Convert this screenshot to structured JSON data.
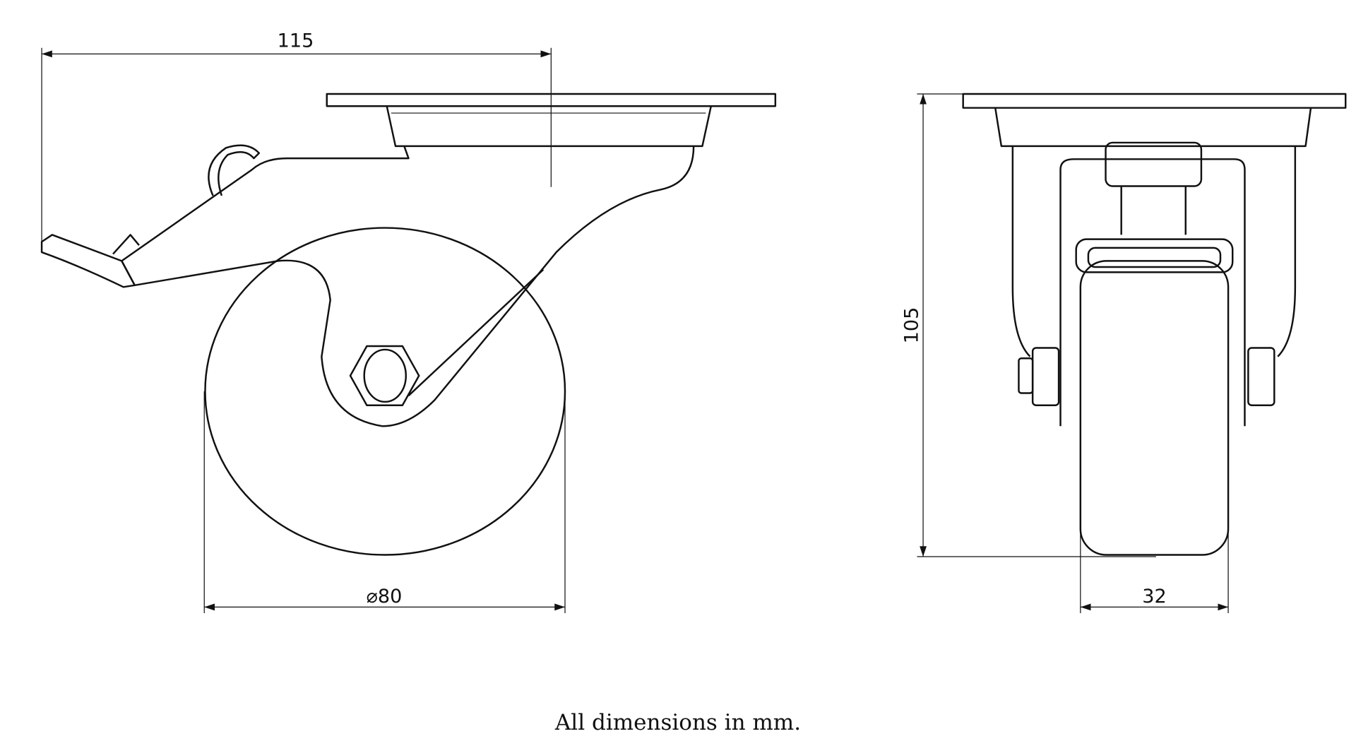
{
  "dimensions": {
    "overall_length": "115",
    "wheel_diameter": "⌀80",
    "overall_height": "105",
    "wheel_width": "32"
  },
  "note": "All dimensions in mm."
}
